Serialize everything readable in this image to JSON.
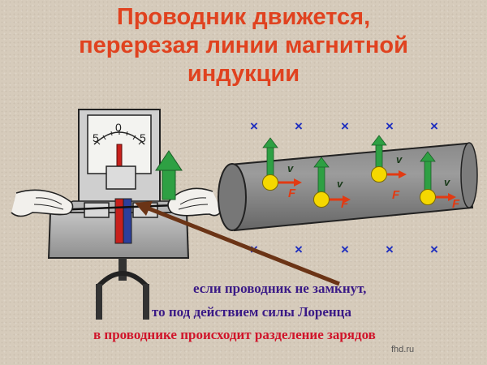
{
  "title": {
    "line1": "Проводник движется,",
    "line2": "перерезая линии магнитной",
    "line3": "индукции"
  },
  "meter": {
    "scale_labels": [
      "5",
      "0",
      "5"
    ]
  },
  "conductor": {
    "field_symbol": "×",
    "velocity_label": "v",
    "force_label": "F"
  },
  "captions": {
    "line1": "если проводник не замкнут,",
    "line2": "то под действием силы Лоренца",
    "line3": "в проводнике происходит разделение зарядов"
  },
  "watermark": "fhd.ru",
  "colors": {
    "title": "#e0421f",
    "caption": "#3a1a86",
    "caption_emphasis": "#d0142a",
    "velocity_arrow": "#2ea043",
    "force_arrow": "#e23a12",
    "charge": "#f5d800",
    "field_cross": "#1f2fbf",
    "pointer": "#6b3416"
  }
}
